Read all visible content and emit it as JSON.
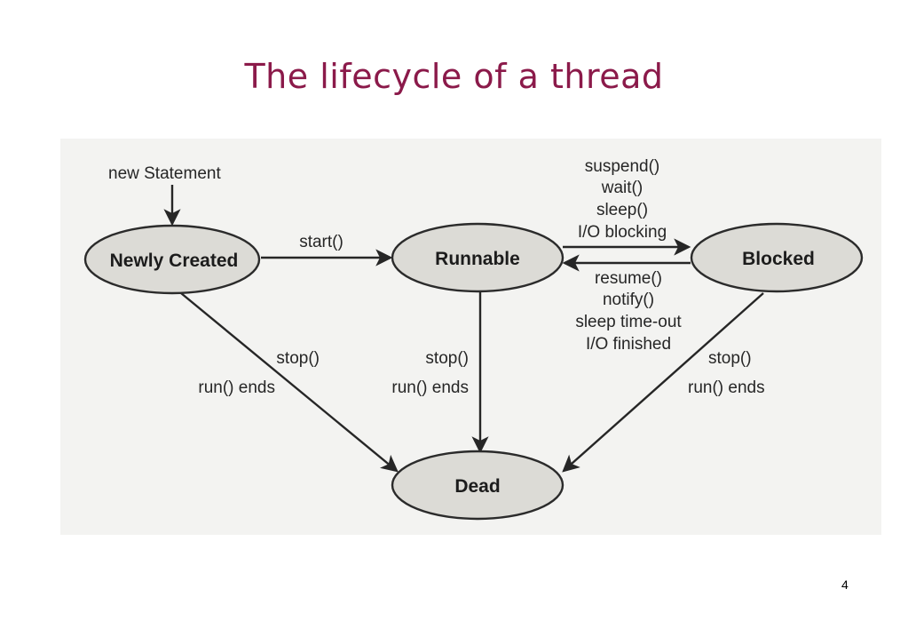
{
  "title": "The lifecycle of a thread",
  "page_number": "4",
  "states": {
    "newly_created": "Newly Created",
    "runnable": "Runnable",
    "blocked": "Blocked",
    "dead": "Dead"
  },
  "edges": {
    "entry": "new Statement",
    "start": "start()",
    "to_blocked": [
      "suspend()",
      "wait()",
      "sleep()",
      "I/O blocking"
    ],
    "to_runnable": [
      "resume()",
      "notify()",
      "sleep time-out",
      "I/O finished"
    ],
    "new_to_dead": [
      "stop()",
      "run() ends"
    ],
    "runnable_to_dead": [
      "stop()",
      "run() ends"
    ],
    "blocked_to_dead": [
      "stop()",
      "run() ends"
    ]
  }
}
